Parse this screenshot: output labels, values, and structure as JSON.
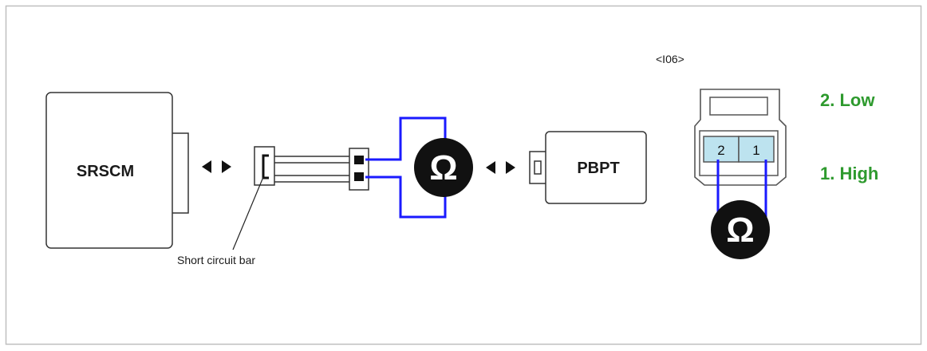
{
  "srscm": {
    "label": "SRSCM"
  },
  "pbpt": {
    "label": "PBPT"
  },
  "short_bar": {
    "label": "Short circuit bar"
  },
  "connector": {
    "id": "<I06>",
    "pins": [
      {
        "number": "2"
      },
      {
        "number": "1"
      }
    ],
    "pin_desc": [
      {
        "text": "2. Low"
      },
      {
        "text": "1. High"
      }
    ]
  },
  "ohm": {
    "symbol": "Ω"
  },
  "colors": {
    "wire": "#1a1aff",
    "green": "#2e9a2e",
    "pin_fill": "#bde3ef",
    "outline": "#333333"
  }
}
